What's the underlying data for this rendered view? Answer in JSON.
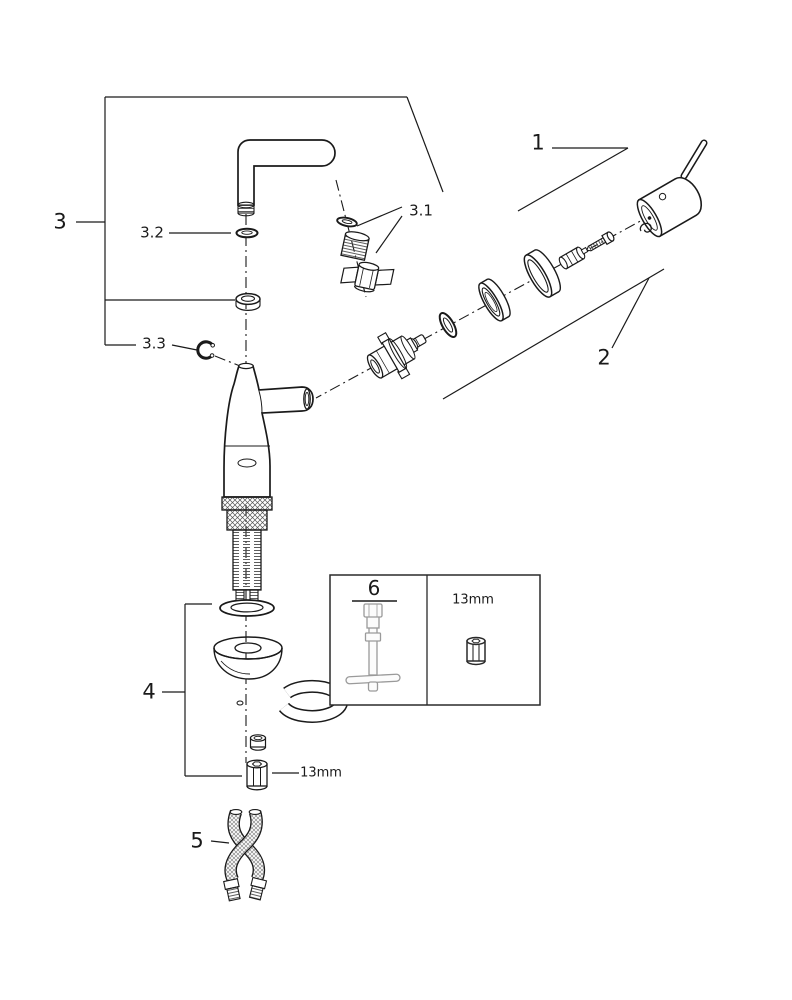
{
  "canvas": {
    "background": "#ffffff",
    "ink": "#1a1a1a",
    "tool_gray": "#9a9a9a"
  },
  "callouts": {
    "part_1": "1",
    "part_2": "2",
    "part_3": "3",
    "part_3_1": "3.1",
    "part_3_2": "3.2",
    "part_3_3": "3.3",
    "part_4": "4",
    "part_5": "5",
    "part_6": "6",
    "wrench_size_callout": "13mm",
    "inset_wrench_size": "13mm"
  }
}
